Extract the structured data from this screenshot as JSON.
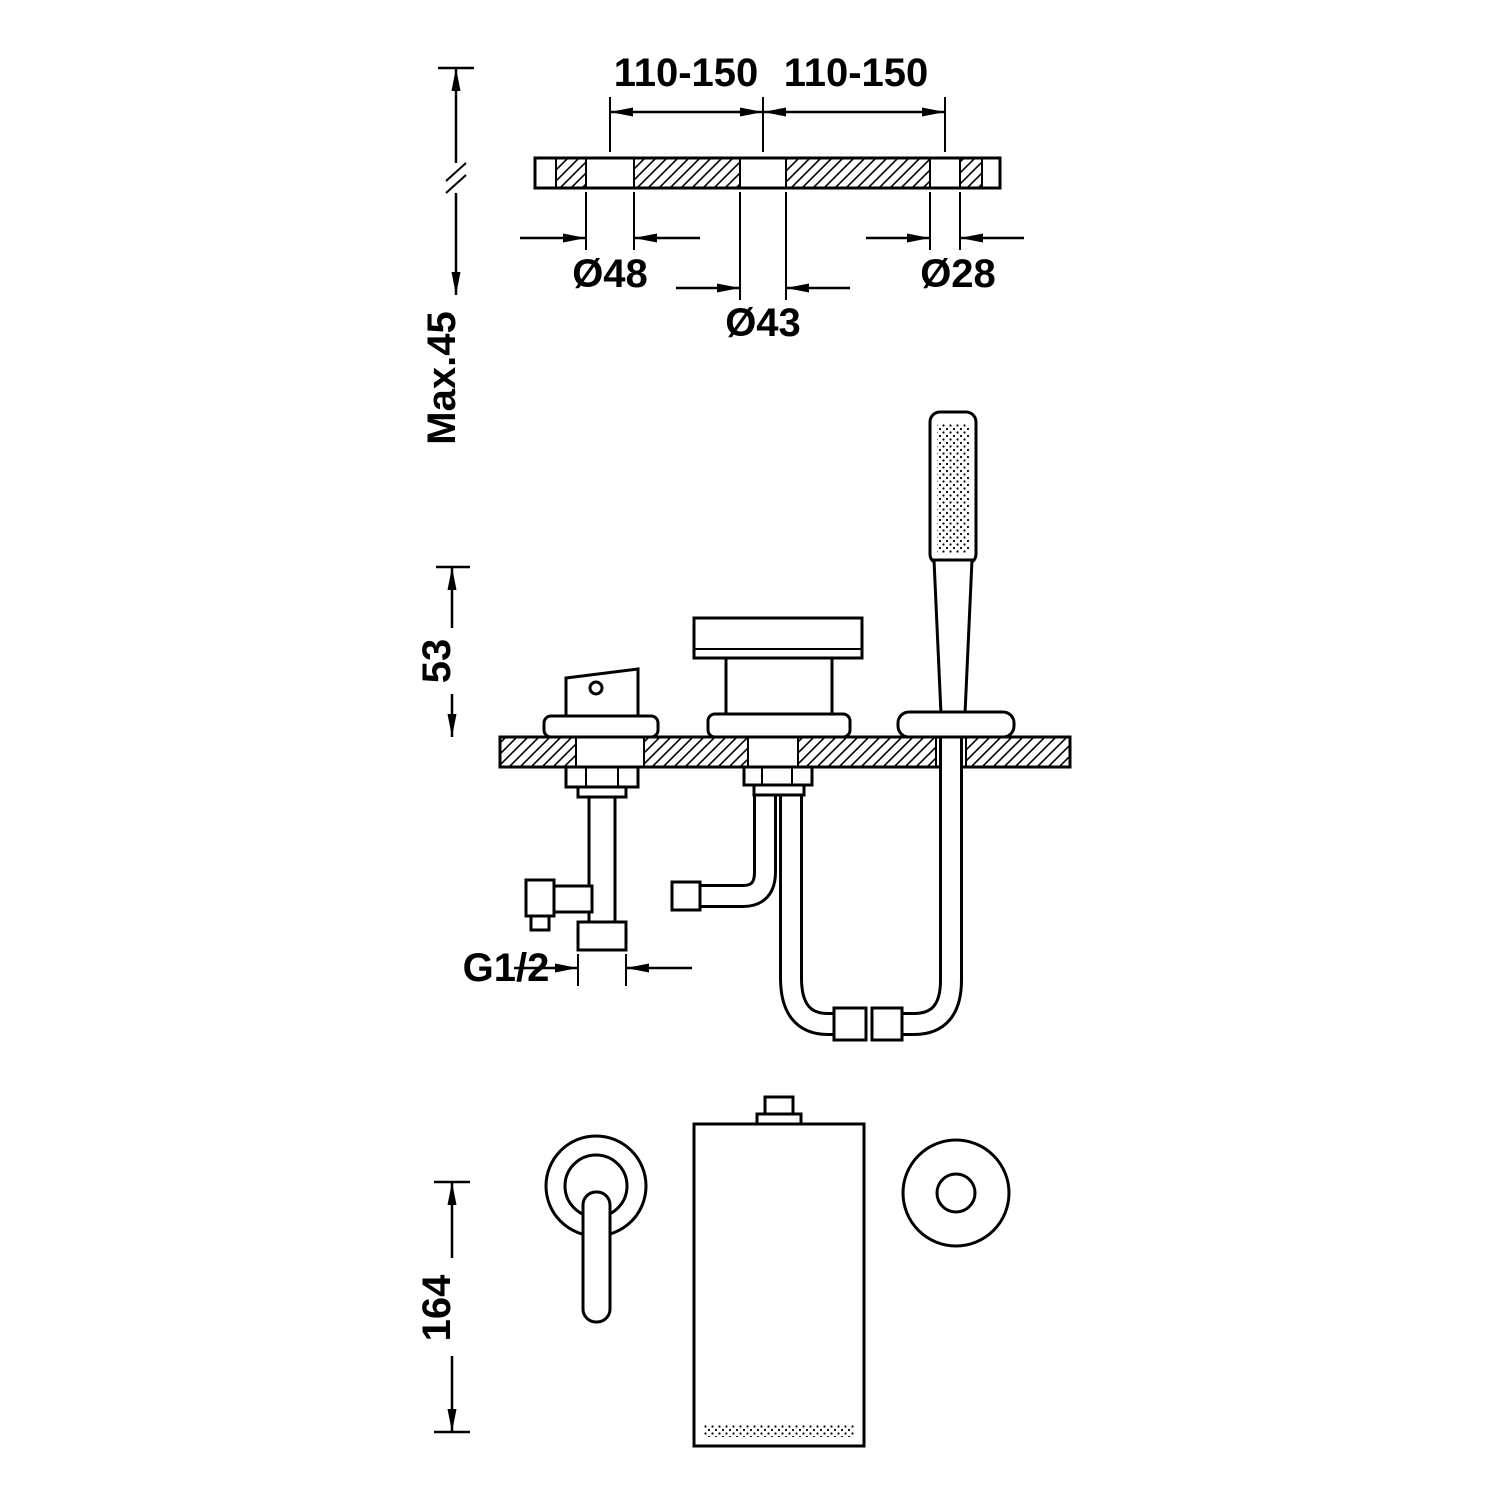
{
  "page": {
    "background": "#ffffff",
    "line_color": "#000000"
  },
  "diagram": {
    "type": "technical-drawing",
    "subject": "deck-mounted-bath-mixer-installation-dimensions",
    "labels": {
      "span_left": "110-150",
      "span_right": "110-150",
      "dia_hole_left": "Ø48",
      "dia_hole_center": "Ø43",
      "dia_hole_right": "Ø28",
      "max_deck_thickness": "Max.45",
      "spout_height": "53",
      "thread_size": "G1/2",
      "handle_height": "164"
    }
  }
}
